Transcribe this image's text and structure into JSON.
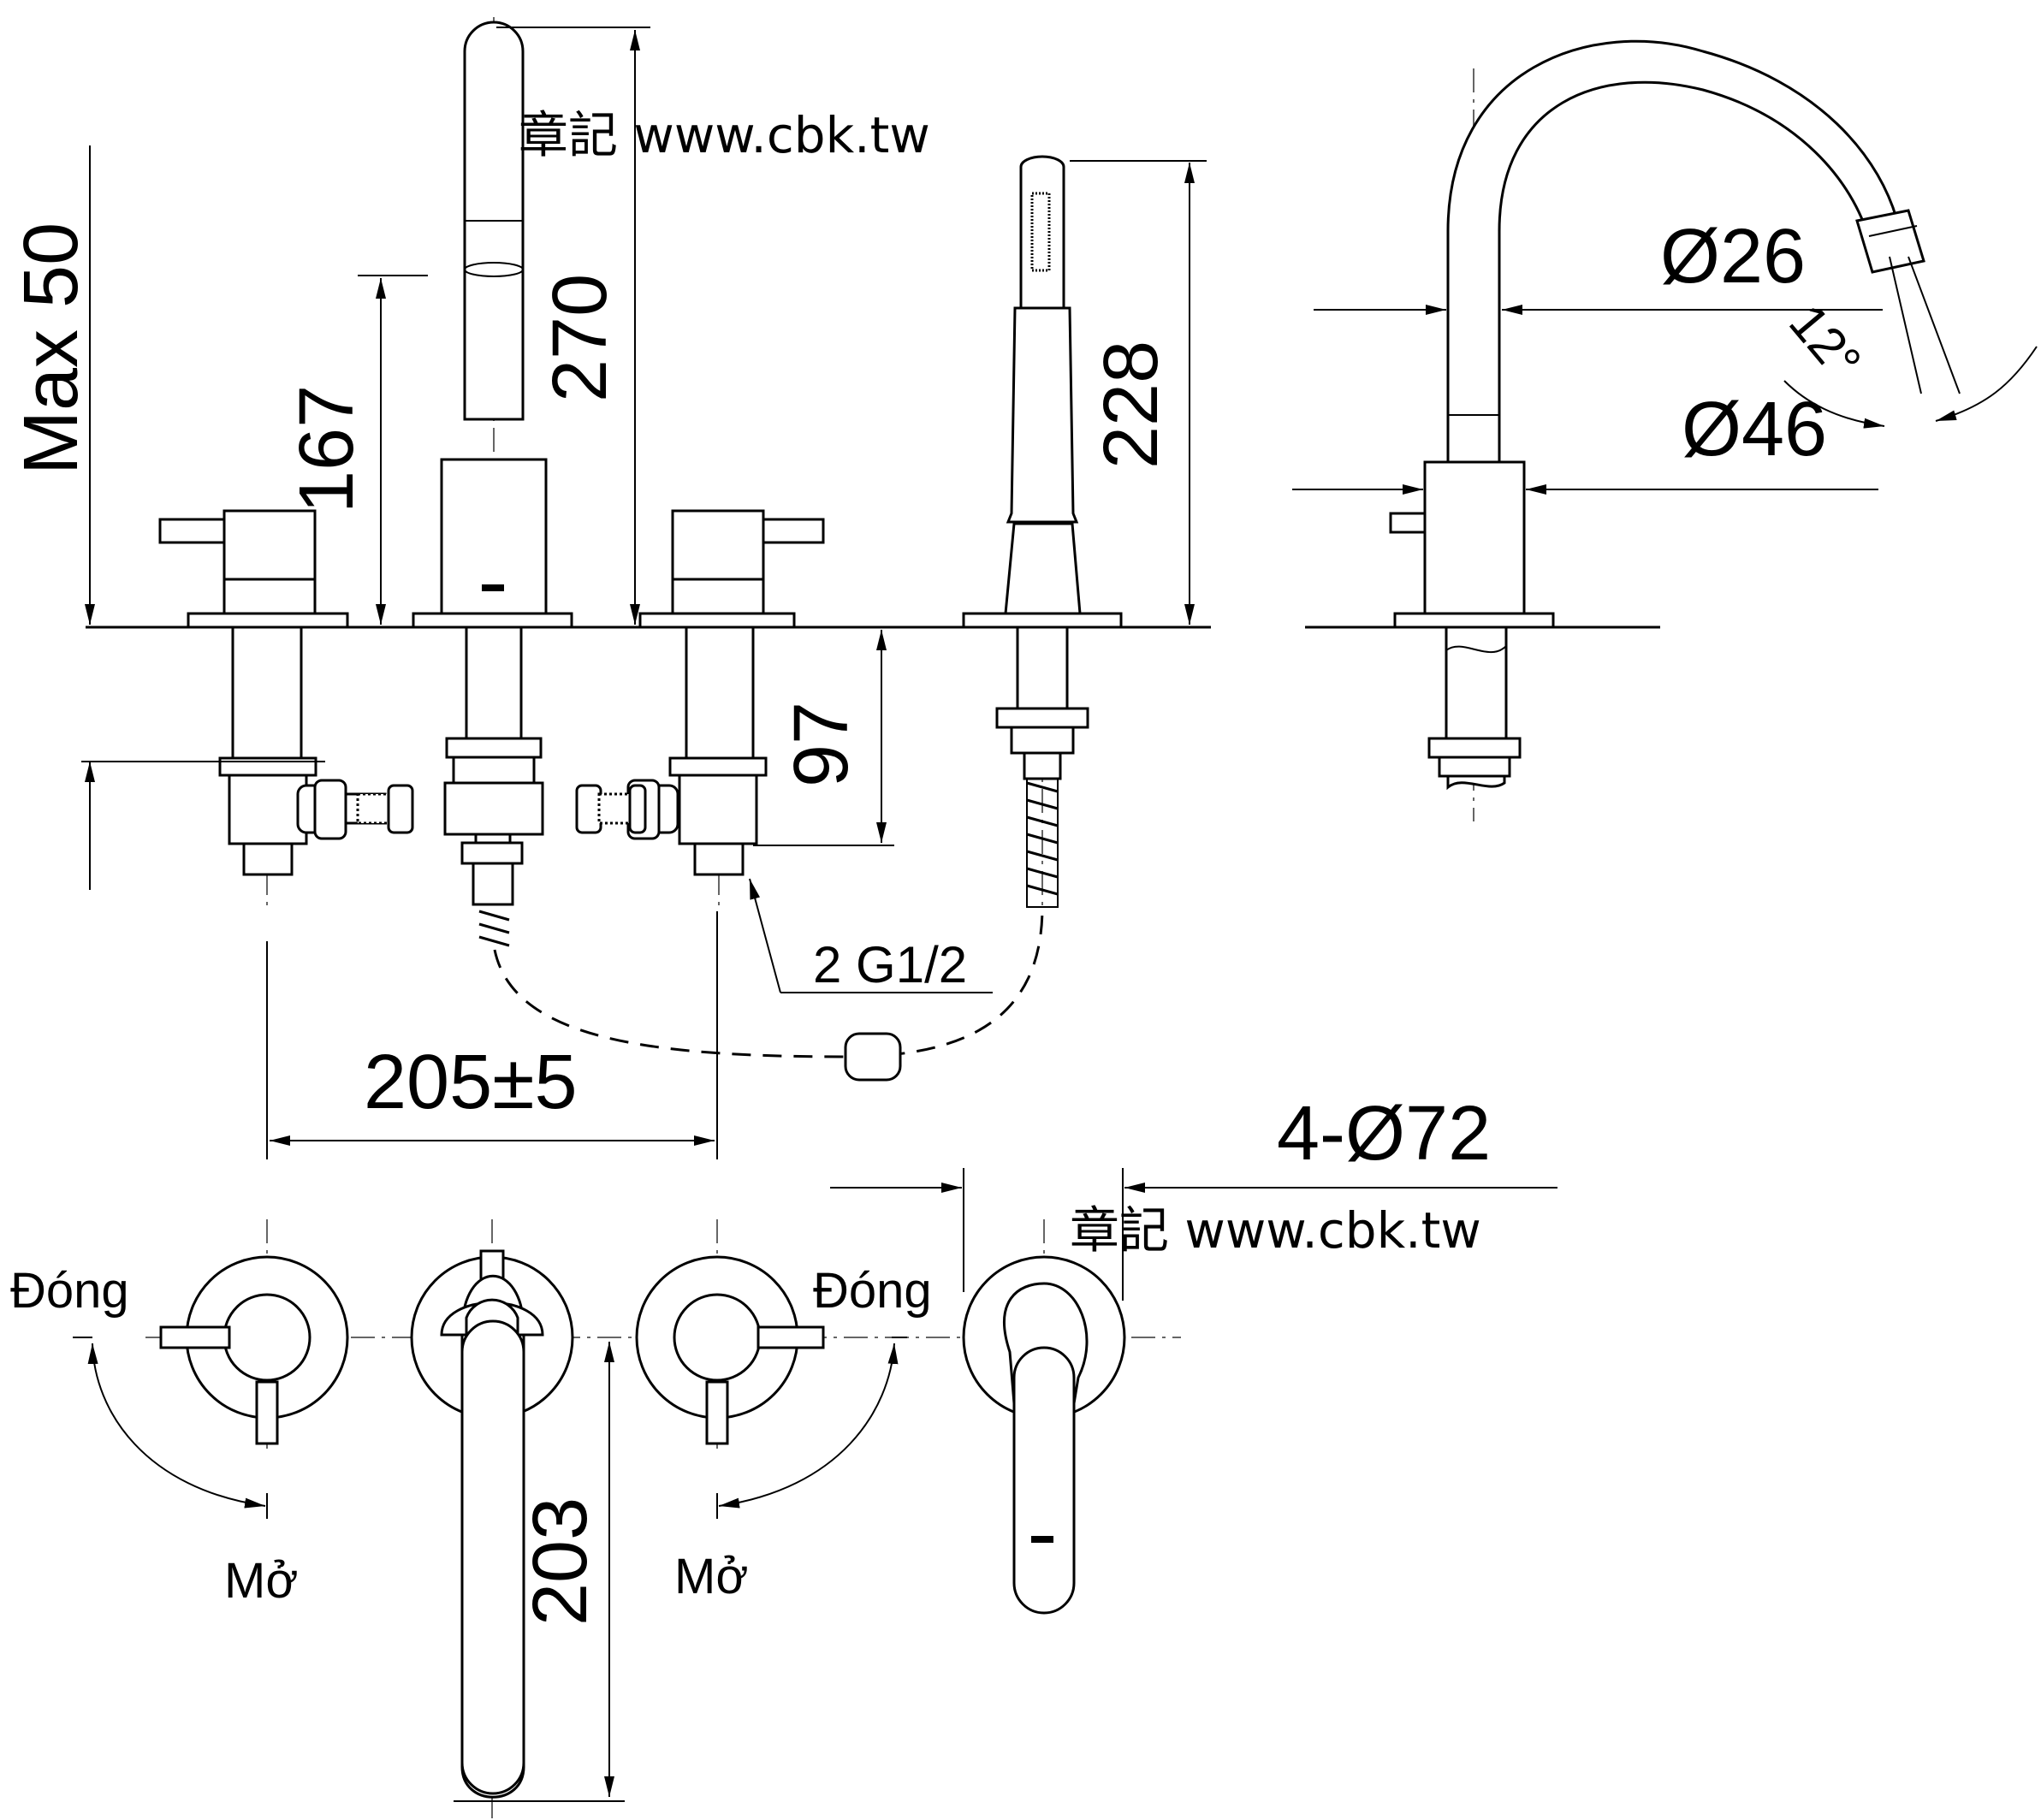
{
  "watermarks": [
    "章記 www.cbk.tw",
    "章記 www.cbk.tw"
  ],
  "dimensions": {
    "max_deck": "Max 50",
    "spout_height": "270",
    "handle_height": "167",
    "handshower_height": "228",
    "below_deck": "97",
    "diameter_small": "Ø26",
    "diameter_large": "Ø46",
    "spout_angle": "12°",
    "inlet": "2 G1/2",
    "spacing": "205±5",
    "holes": "4-Ø72",
    "spout_reach": "203"
  },
  "labels": {
    "close_left": "Đóng",
    "close_right": "Đóng",
    "open_left": "Mở",
    "open_right": "Mở"
  }
}
